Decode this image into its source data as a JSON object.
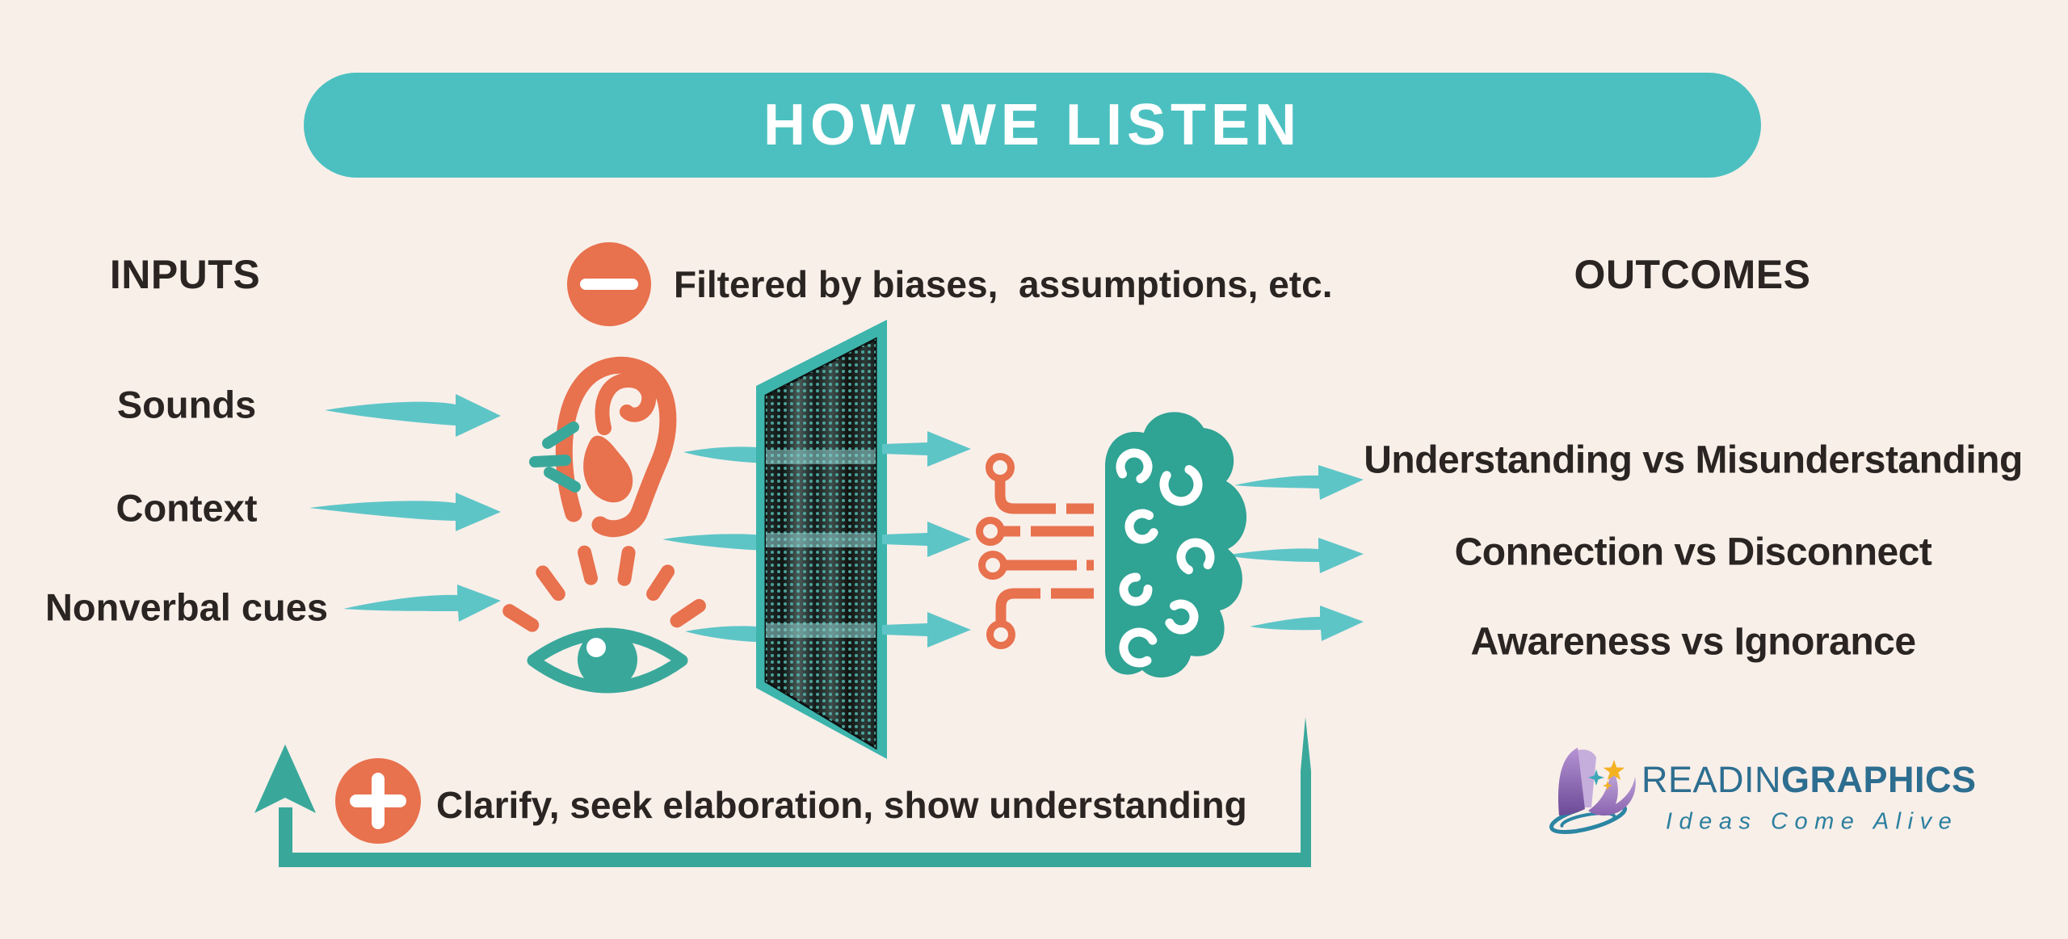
{
  "title": "HOW WE LISTEN",
  "inputs": {
    "heading": "INPUTS",
    "items": [
      "Sounds",
      "Context",
      "Nonverbal cues"
    ]
  },
  "filter": {
    "note": "Filtered by biases,  assumptions, etc."
  },
  "feedback": {
    "note": "Clarify, seek elaboration, show understanding"
  },
  "outcomes": {
    "heading": "OUTCOMES",
    "items": [
      "Understanding vs Misunderstanding",
      "Connection vs Disconnect",
      "Awareness vs Ignorance"
    ]
  },
  "logo": {
    "name_regular": "READIN",
    "name_bold": "GRAPHICS",
    "tagline": "Ideas Come Alive"
  },
  "icons": {
    "minus": "minus-icon",
    "plus": "plus-icon",
    "ear": "ear-icon",
    "eye": "eye-icon",
    "brain": "brain-icon",
    "circuit": "circuit-icon",
    "filter_screen": "filter-screen",
    "arrow": "arrow-right",
    "feedback_loop": "feedback-loop-arrow",
    "logo_mark": "readinggraphics-logo"
  },
  "colors": {
    "background": "#f9efe9",
    "banner_teal": "#4cc0c0",
    "arrow_teal_light": "#5ec5c7",
    "teal_dark": "#39a89b",
    "brain_teal": "#2fa394",
    "coral": "#e8714e",
    "text_dark": "#2a2522",
    "mesh_dark": "#1a211f",
    "logo_blue": "#2d6e90",
    "logo_purple": "#7d5ba6",
    "logo_yellow": "#f4b223"
  }
}
